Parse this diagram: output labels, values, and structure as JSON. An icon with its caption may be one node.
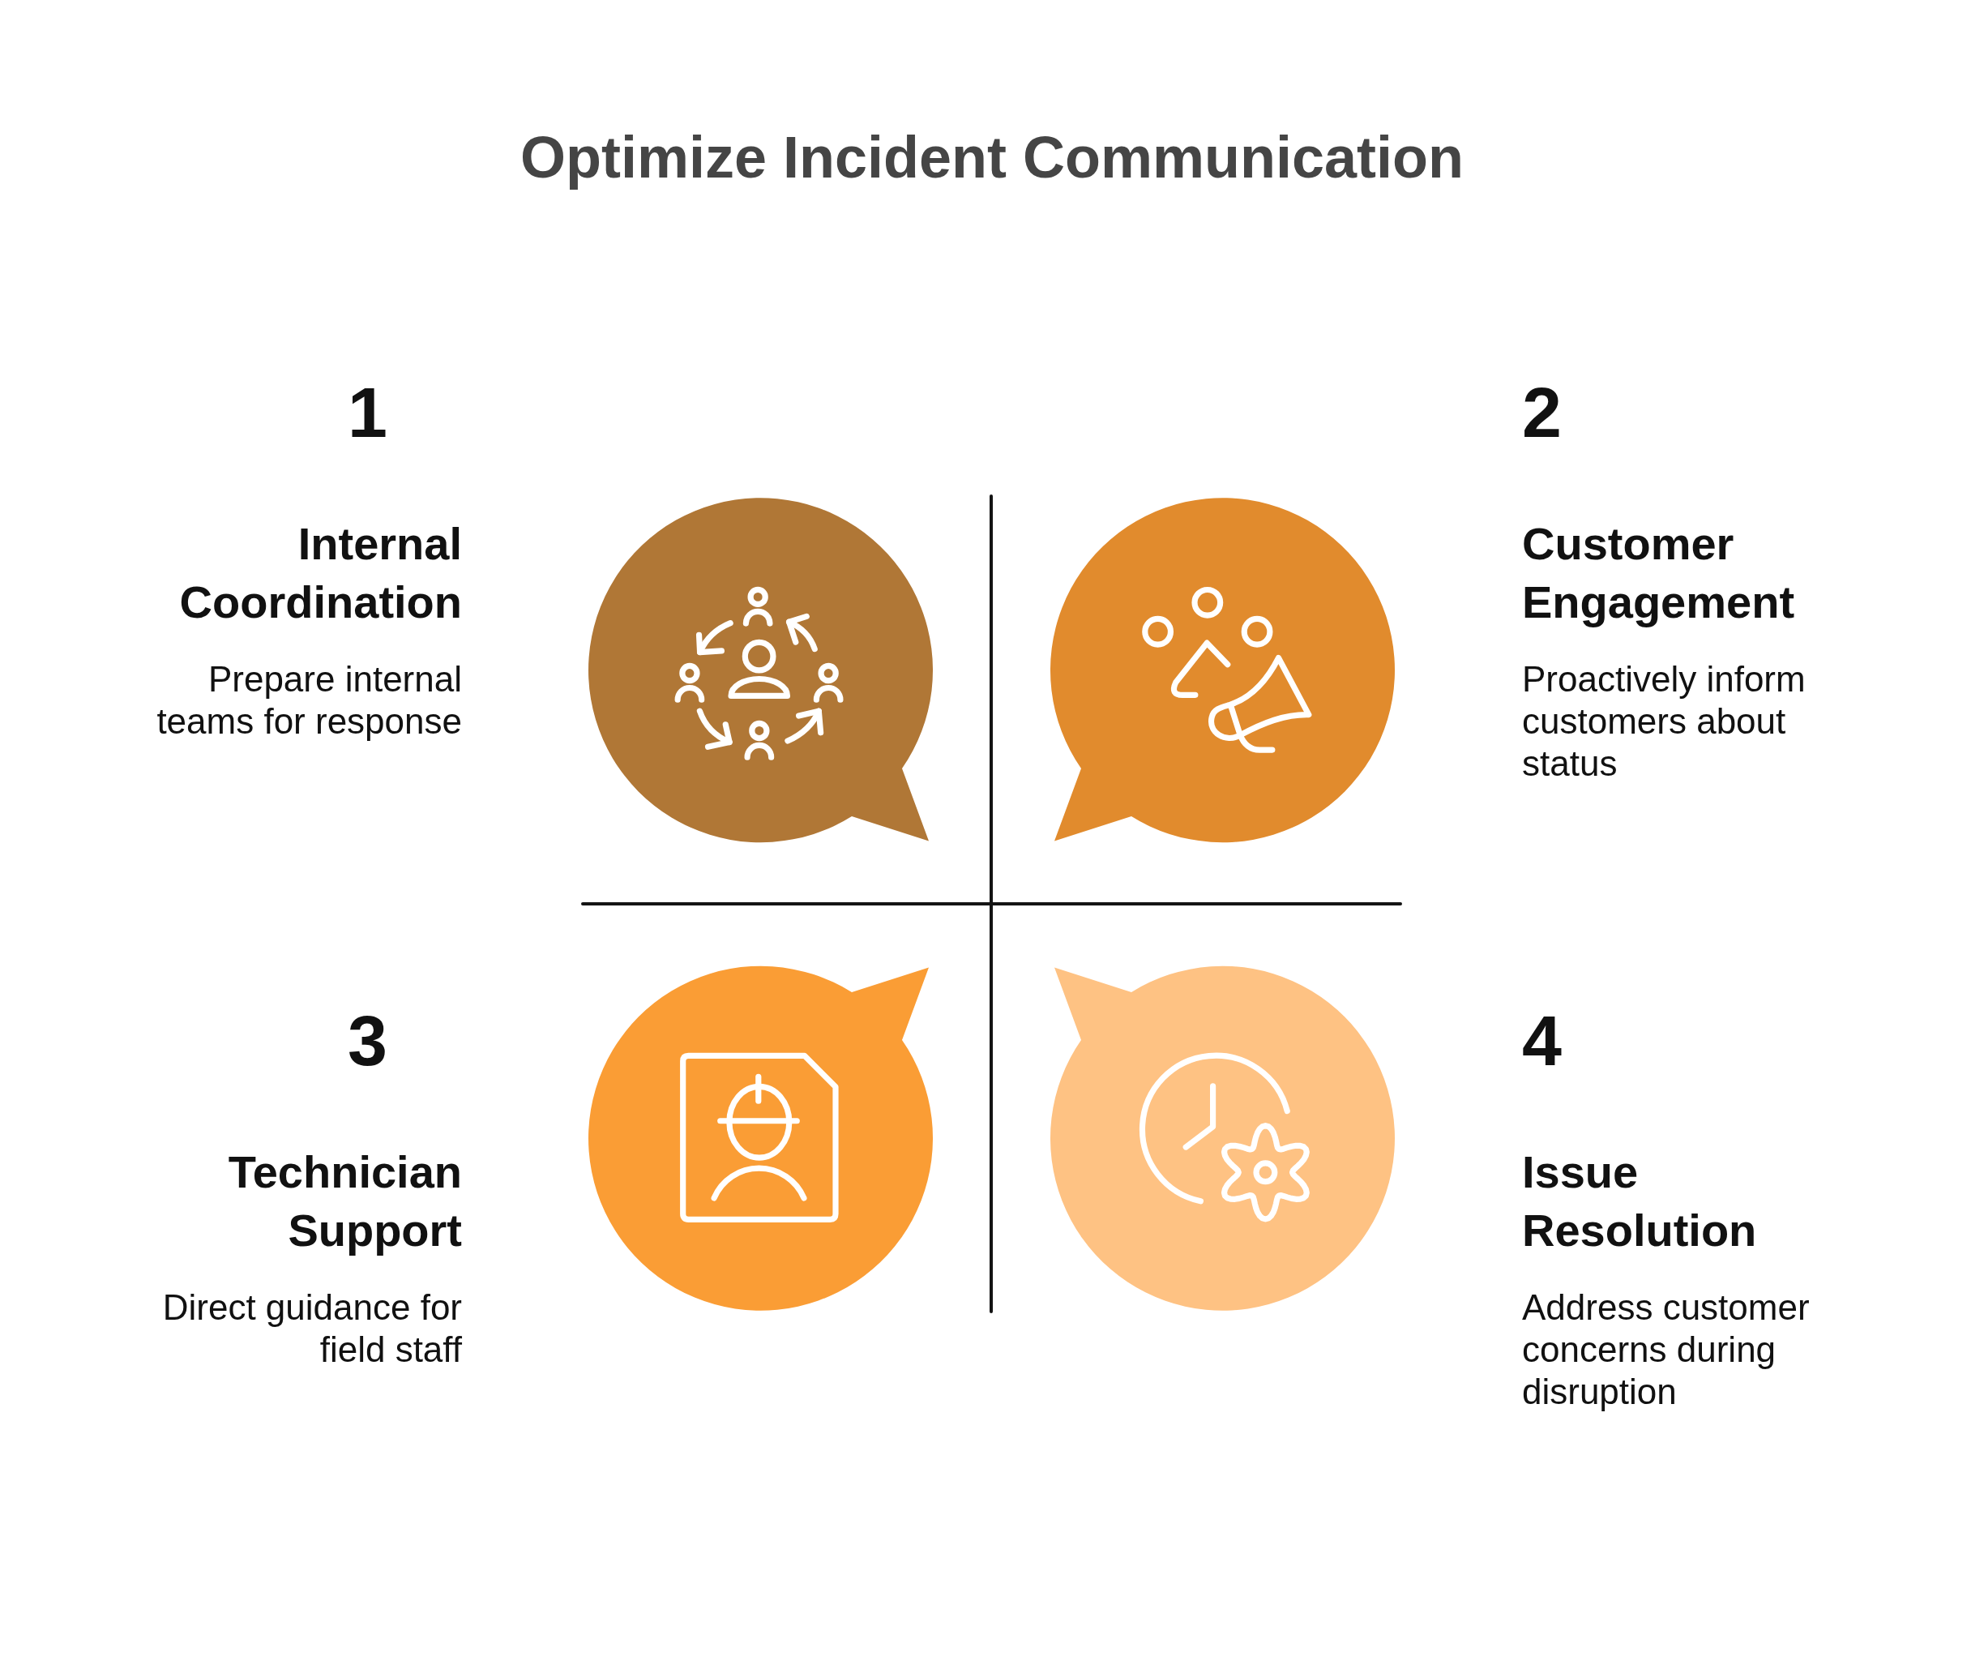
{
  "diagram": {
    "title": "Optimize Incident Communication",
    "nodes": [
      {
        "text": [],
        "shape": "bubble",
        "beside": [
          "1",
          "Internal Coordination",
          "Prepare internal teams for response"
        ]
      },
      {
        "text": [],
        "shape": "bubble",
        "beside": [
          "2",
          "Customer Engagement",
          "Proactively inform customers about status"
        ]
      },
      {
        "text": [],
        "shape": "bubble",
        "beside": [
          "3",
          "Technician Support",
          "Direct guidance for field staff"
        ]
      },
      {
        "text": [],
        "shape": "bubble",
        "beside": [
          "4",
          "Issue Resolution",
          "Address customer concerns during disruption"
        ]
      }
    ]
  }
}
